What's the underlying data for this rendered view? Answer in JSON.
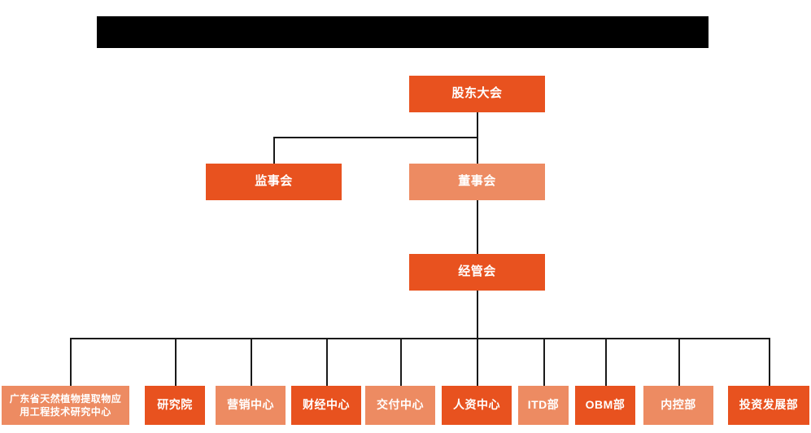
{
  "chart": {
    "type": "org-chart",
    "title_bar": {
      "name": "redacted-title-bar",
      "text": "",
      "color": "#000000"
    },
    "colors": {
      "dark_orange": "#E8521F",
      "light_orange": "#ED8B62",
      "connector": "#1a1a1a",
      "background": "#FFFFFF",
      "text": "#FFFFFF"
    },
    "levels": [
      {
        "level": 1,
        "nodes": [
          {
            "id": "shareholders",
            "label": "股东大会",
            "fill": "dark"
          }
        ]
      },
      {
        "level": 2,
        "nodes": [
          {
            "id": "supervisors",
            "label": "监事会",
            "fill": "dark"
          },
          {
            "id": "directors",
            "label": "董事会",
            "fill": "light"
          }
        ]
      },
      {
        "level": 3,
        "nodes": [
          {
            "id": "management",
            "label": "经管会",
            "fill": "dark"
          }
        ]
      },
      {
        "level": 4,
        "nodes": [
          {
            "id": "research-center",
            "label": "广东省天然植物提取物应用工程技术研究中心",
            "fill": "light"
          },
          {
            "id": "research-institute",
            "label": "研究院",
            "fill": "dark"
          },
          {
            "id": "marketing-center",
            "label": "营销中心",
            "fill": "light"
          },
          {
            "id": "finance-center",
            "label": "财经中心",
            "fill": "dark"
          },
          {
            "id": "delivery-center",
            "label": "交付中心",
            "fill": "light"
          },
          {
            "id": "hr-center",
            "label": "人资中心",
            "fill": "dark"
          },
          {
            "id": "itd-department",
            "label": "ITD部",
            "fill": "light"
          },
          {
            "id": "obm-department",
            "label": "OBM部",
            "fill": "dark"
          },
          {
            "id": "internal-control-department",
            "label": "内控部",
            "fill": "light"
          },
          {
            "id": "investment-development-department",
            "label": "投资发展部",
            "fill": "dark"
          }
        ]
      }
    ]
  }
}
